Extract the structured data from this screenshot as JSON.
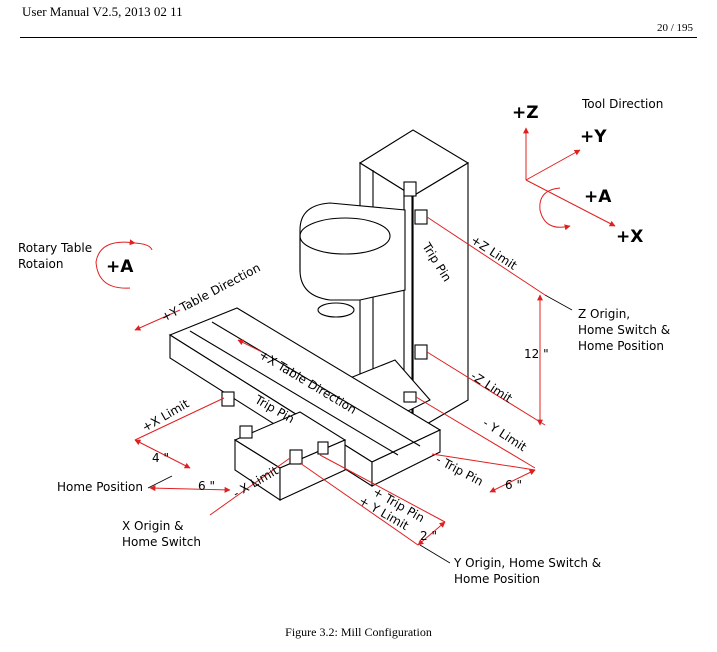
{
  "header": {
    "title": "User Manual V2.5, 2013 02 11",
    "page": "20 / 195"
  },
  "caption": "Figure 3.2: Mill Configuration",
  "figure": {
    "axes": {
      "z": "+Z",
      "y": "+Y",
      "a": "+A",
      "x": "+X",
      "tool_direction": "Tool Direction"
    },
    "rotary": {
      "line1": "Rotary Table",
      "line2": "Rotaion",
      "a": "+A"
    },
    "labels": {
      "y_table_direction": "+Y Table Direction",
      "x_table_direction": "+X Table Direction",
      "trip_pin_z": "Trip Pin",
      "z_limit_plus": "+Z Limit",
      "z_limit_minus": "-Z Limit",
      "z_origin_1": "Z Origin,",
      "z_origin_2": "Home Switch &",
      "z_origin_3": "Home Position",
      "dim_12": "12 \"",
      "x_limit_plus": "+X Limit",
      "trip_pin_x": "Trip Pin",
      "dim_4": "4 \"",
      "home_position": "Home Position",
      "dim_6_left": "6 \"",
      "x_limit_minus": "- X Limit",
      "y_limit_minus": "- Y Limit",
      "trip_pin_y_minus": "- Trip Pin",
      "dim_6_right": "6 \"",
      "trip_pin_y_plus": "+ Trip Pin",
      "y_limit_plus": "+ Y Limit",
      "dim_2": "2 \"",
      "x_origin_1": "X Origin &",
      "x_origin_2": "Home Switch",
      "y_origin_1": "Y Origin, Home Switch &",
      "y_origin_2": "Home Position"
    }
  }
}
